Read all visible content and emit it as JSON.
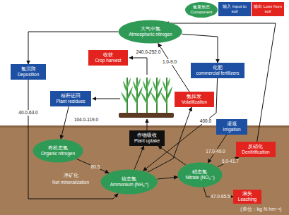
{
  "diagram": {
    "nodes": [
      {
        "text": [
          "大气中氮",
          "Atmospheric nitrogen"
        ]
      },
      {
        "text": [
          "氮沉降",
          "Deposition"
        ]
      },
      {
        "text": [
          "收获",
          "Crop harvest"
        ]
      },
      {
        "text": [
          "化肥",
          "commercial fertilizers"
        ]
      },
      {
        "text": [
          "秸秆还田",
          "Plant residues"
        ]
      },
      {
        "text": [
          "氨挥发",
          "Volatilization"
        ]
      },
      {
        "text": [
          "灌溉",
          "Irrigation"
        ]
      },
      {
        "text": [
          "作物吸收",
          "Plant uptake"
        ]
      },
      {
        "text": [
          "反硝化",
          "Denitrification"
        ]
      },
      {
        "text": [
          "有机态氮",
          "Organic nitrogen"
        ]
      },
      {
        "text": [
          "铵态氮",
          "Ammonium (NH₄⁺)"
        ]
      },
      {
        "text": [
          "硝态氮",
          "Nitrate (NO₃⁻)"
        ]
      },
      {
        "text": [
          "淋失",
          "Leaching"
        ]
      }
    ],
    "edges": [
      {
        "from": 0,
        "to": 1,
        "arrow": "to"
      },
      {
        "from": 1,
        "to": 10,
        "label": "40.0-63.0",
        "arrow": "to"
      },
      {
        "from": 0,
        "to": 3,
        "arrow": "to"
      },
      {
        "from": 3,
        "to": 10,
        "label": "400.0",
        "arrow": "to"
      },
      {
        "from": 4,
        "to": 9,
        "label": "104.0-119.0",
        "arrow": "to"
      },
      {
        "from": 5,
        "to": 0,
        "label": "1.0-9.0",
        "arrow": "to"
      },
      {
        "from": 10,
        "to": 5,
        "arrow": "to"
      },
      {
        "from": 6,
        "to": 11,
        "label": "17.0-49.0",
        "arrow": "to"
      },
      {
        "from": 11,
        "to": 8,
        "label": "5.0-41.7",
        "arrow": "to"
      },
      {
        "from": 8,
        "to": 0,
        "arrow": "to"
      },
      {
        "from": 11,
        "to": 12,
        "label": "47.0-65.5",
        "arrow": "to"
      },
      {
        "from": 9,
        "to": 10,
        "label": "80.5",
        "arrow": "to"
      },
      {
        "from": 10,
        "to": 11,
        "arrow": "to"
      },
      {
        "from": 10,
        "to": 7,
        "arrow": "to"
      },
      {
        "from": 11,
        "to": 7,
        "arrow": "to"
      }
    ],
    "labels": [
      "240.0-252.0",
      "净矿化",
      "Net mineralization",
      "(单位：kg N·hm⁻²)"
    ],
    "legend": [
      {
        "text": "氮素形态 Component",
        "color": "#2f9a55"
      },
      {
        "text": "输入 Input to soil",
        "color": "#1d4fa3"
      },
      {
        "text": "输出 Loss from soil",
        "color": "#e3231d"
      }
    ]
  }
}
